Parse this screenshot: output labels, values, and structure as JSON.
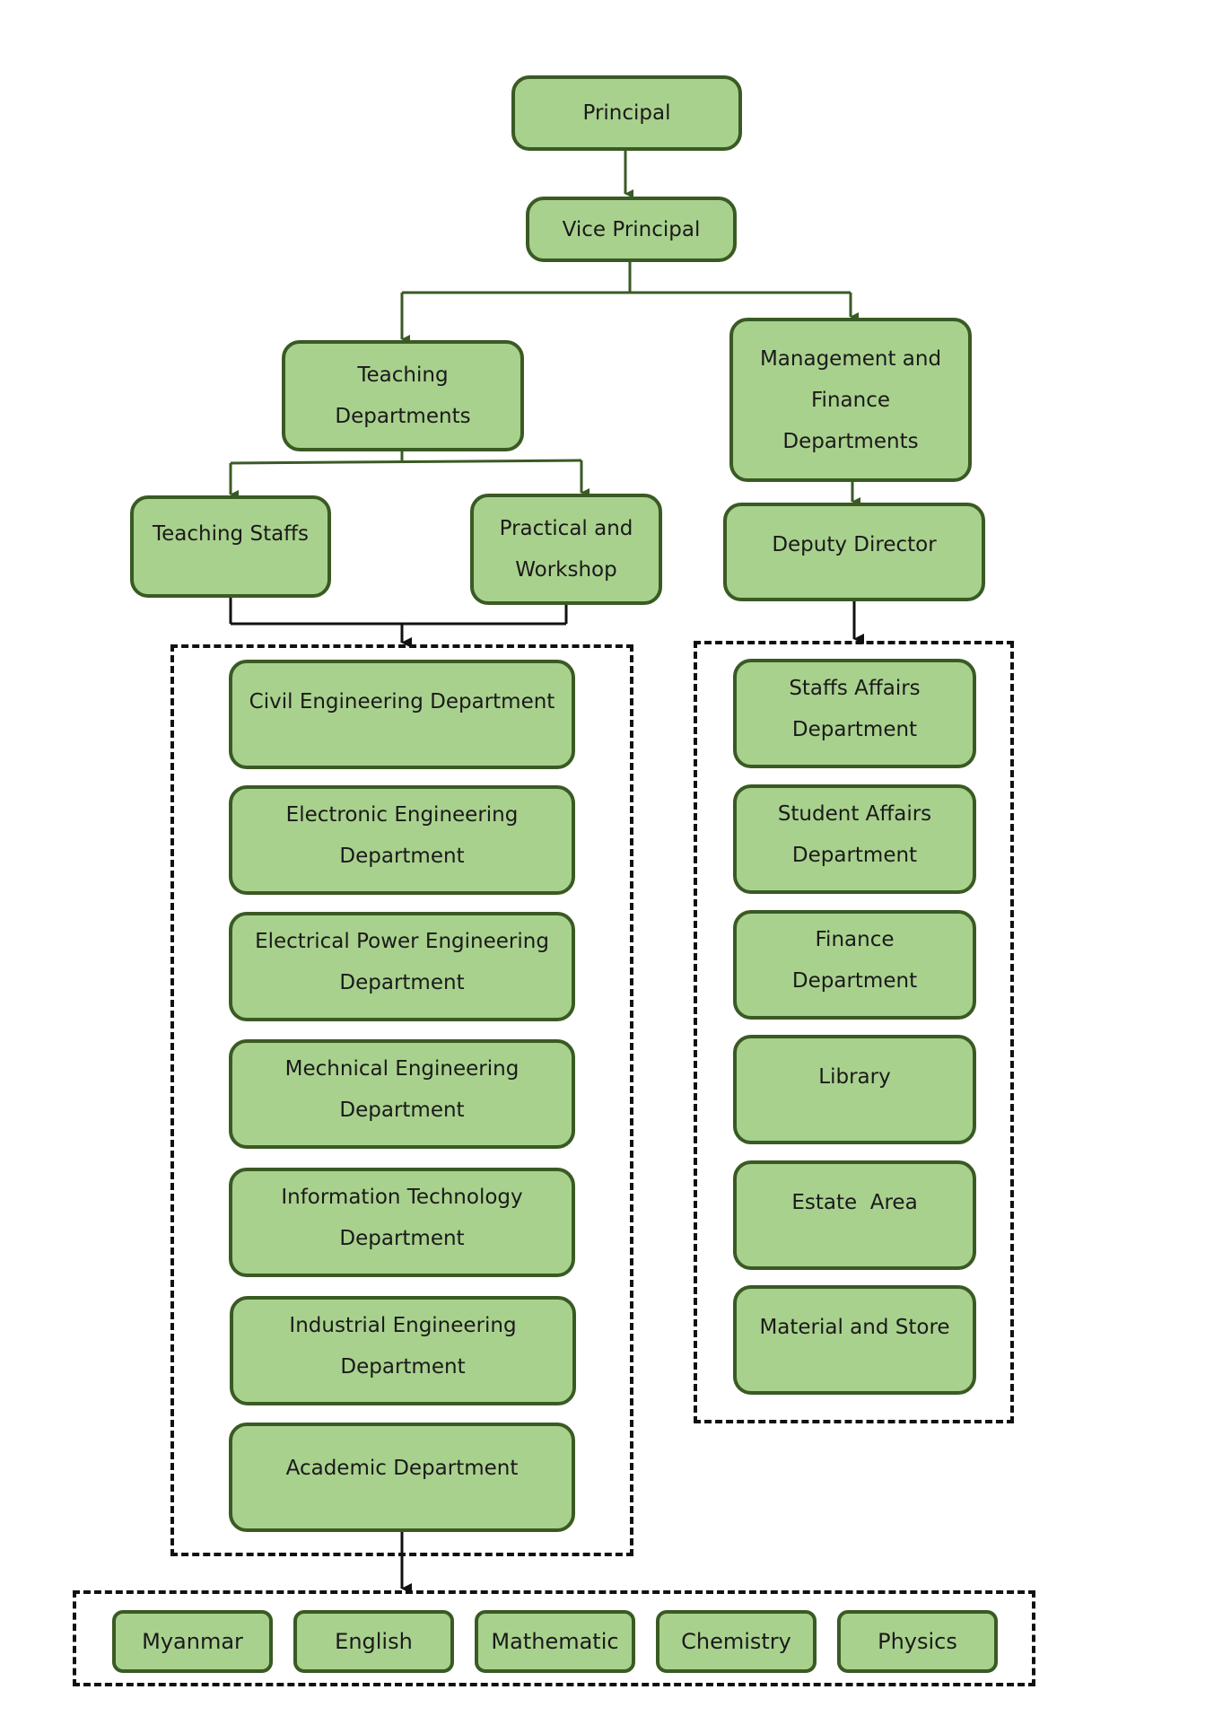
{
  "nodes": {
    "principal": "Principal",
    "vice_principal": "Vice Principal",
    "teaching_departments": "Teaching\nDepartments",
    "management_finance": "Management and\nFinance\nDepartments",
    "teaching_staffs": "Teaching Staffs",
    "practical_workshop": "Practical and\nWorkshop",
    "deputy_director": "Deputy Director",
    "civil": "Civil Engineering Department",
    "electronic": "Electronic Engineering\nDepartment",
    "electrical_power": "Electrical Power Engineering\nDepartment",
    "mechnical": "Mechnical Engineering\nDepartment",
    "it": "Information Technology\nDepartment",
    "industrial": "Industrial Engineering\nDepartment",
    "academic": "Academic Department",
    "staffs_affairs": "Staffs Affairs\nDepartment",
    "student_affairs": "Student Affairs\nDepartment",
    "finance": "Finance\nDepartment",
    "library": "Library",
    "estate_area": "Estate  Area",
    "material_store": "Material and Store",
    "myanmar": "Myanmar",
    "english": "English",
    "mathematic": "Mathematic",
    "chemistry": "Chemistry",
    "physics": "Physics"
  },
  "colors": {
    "node_fill": "#a9d18e",
    "node_border": "#3a5a23",
    "connector_green": "#3a5a23",
    "connector_black": "#111111"
  }
}
